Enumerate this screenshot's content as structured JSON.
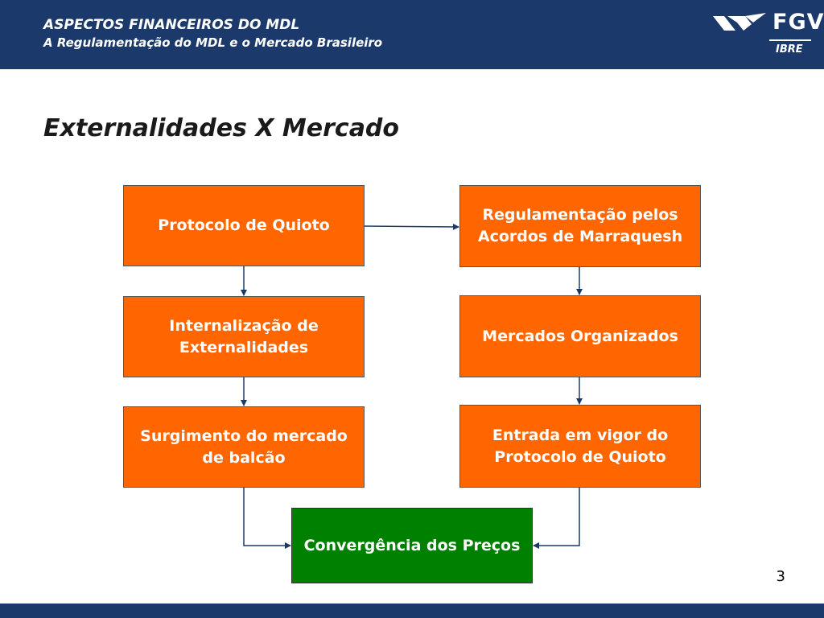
{
  "header": {
    "title": "ASPECTOS FINANCEIROS DO MDL",
    "subtitle": "A Regulamentação do MDL e o Mercado Brasileiro",
    "logo_text": "FGV",
    "logo_sub": "IBRE"
  },
  "slide": {
    "title": "Externalidades X Mercado",
    "page_number": "3"
  },
  "diagram": {
    "left": [
      "Protocolo de Quioto",
      "Internalização de Externalidades",
      "Surgimento do mercado de balcão"
    ],
    "right": [
      "Regulamentação pelos Acordos de Marraquesh",
      "Mercados Organizados",
      "Entrada em vigor do Protocolo de Quioto"
    ],
    "bottom": "Convergência dos Preços"
  },
  "colors": {
    "header": "#1b3a6b",
    "box": "#ff6600",
    "result_box": "#008000",
    "arrow": "#1b3a6b"
  }
}
